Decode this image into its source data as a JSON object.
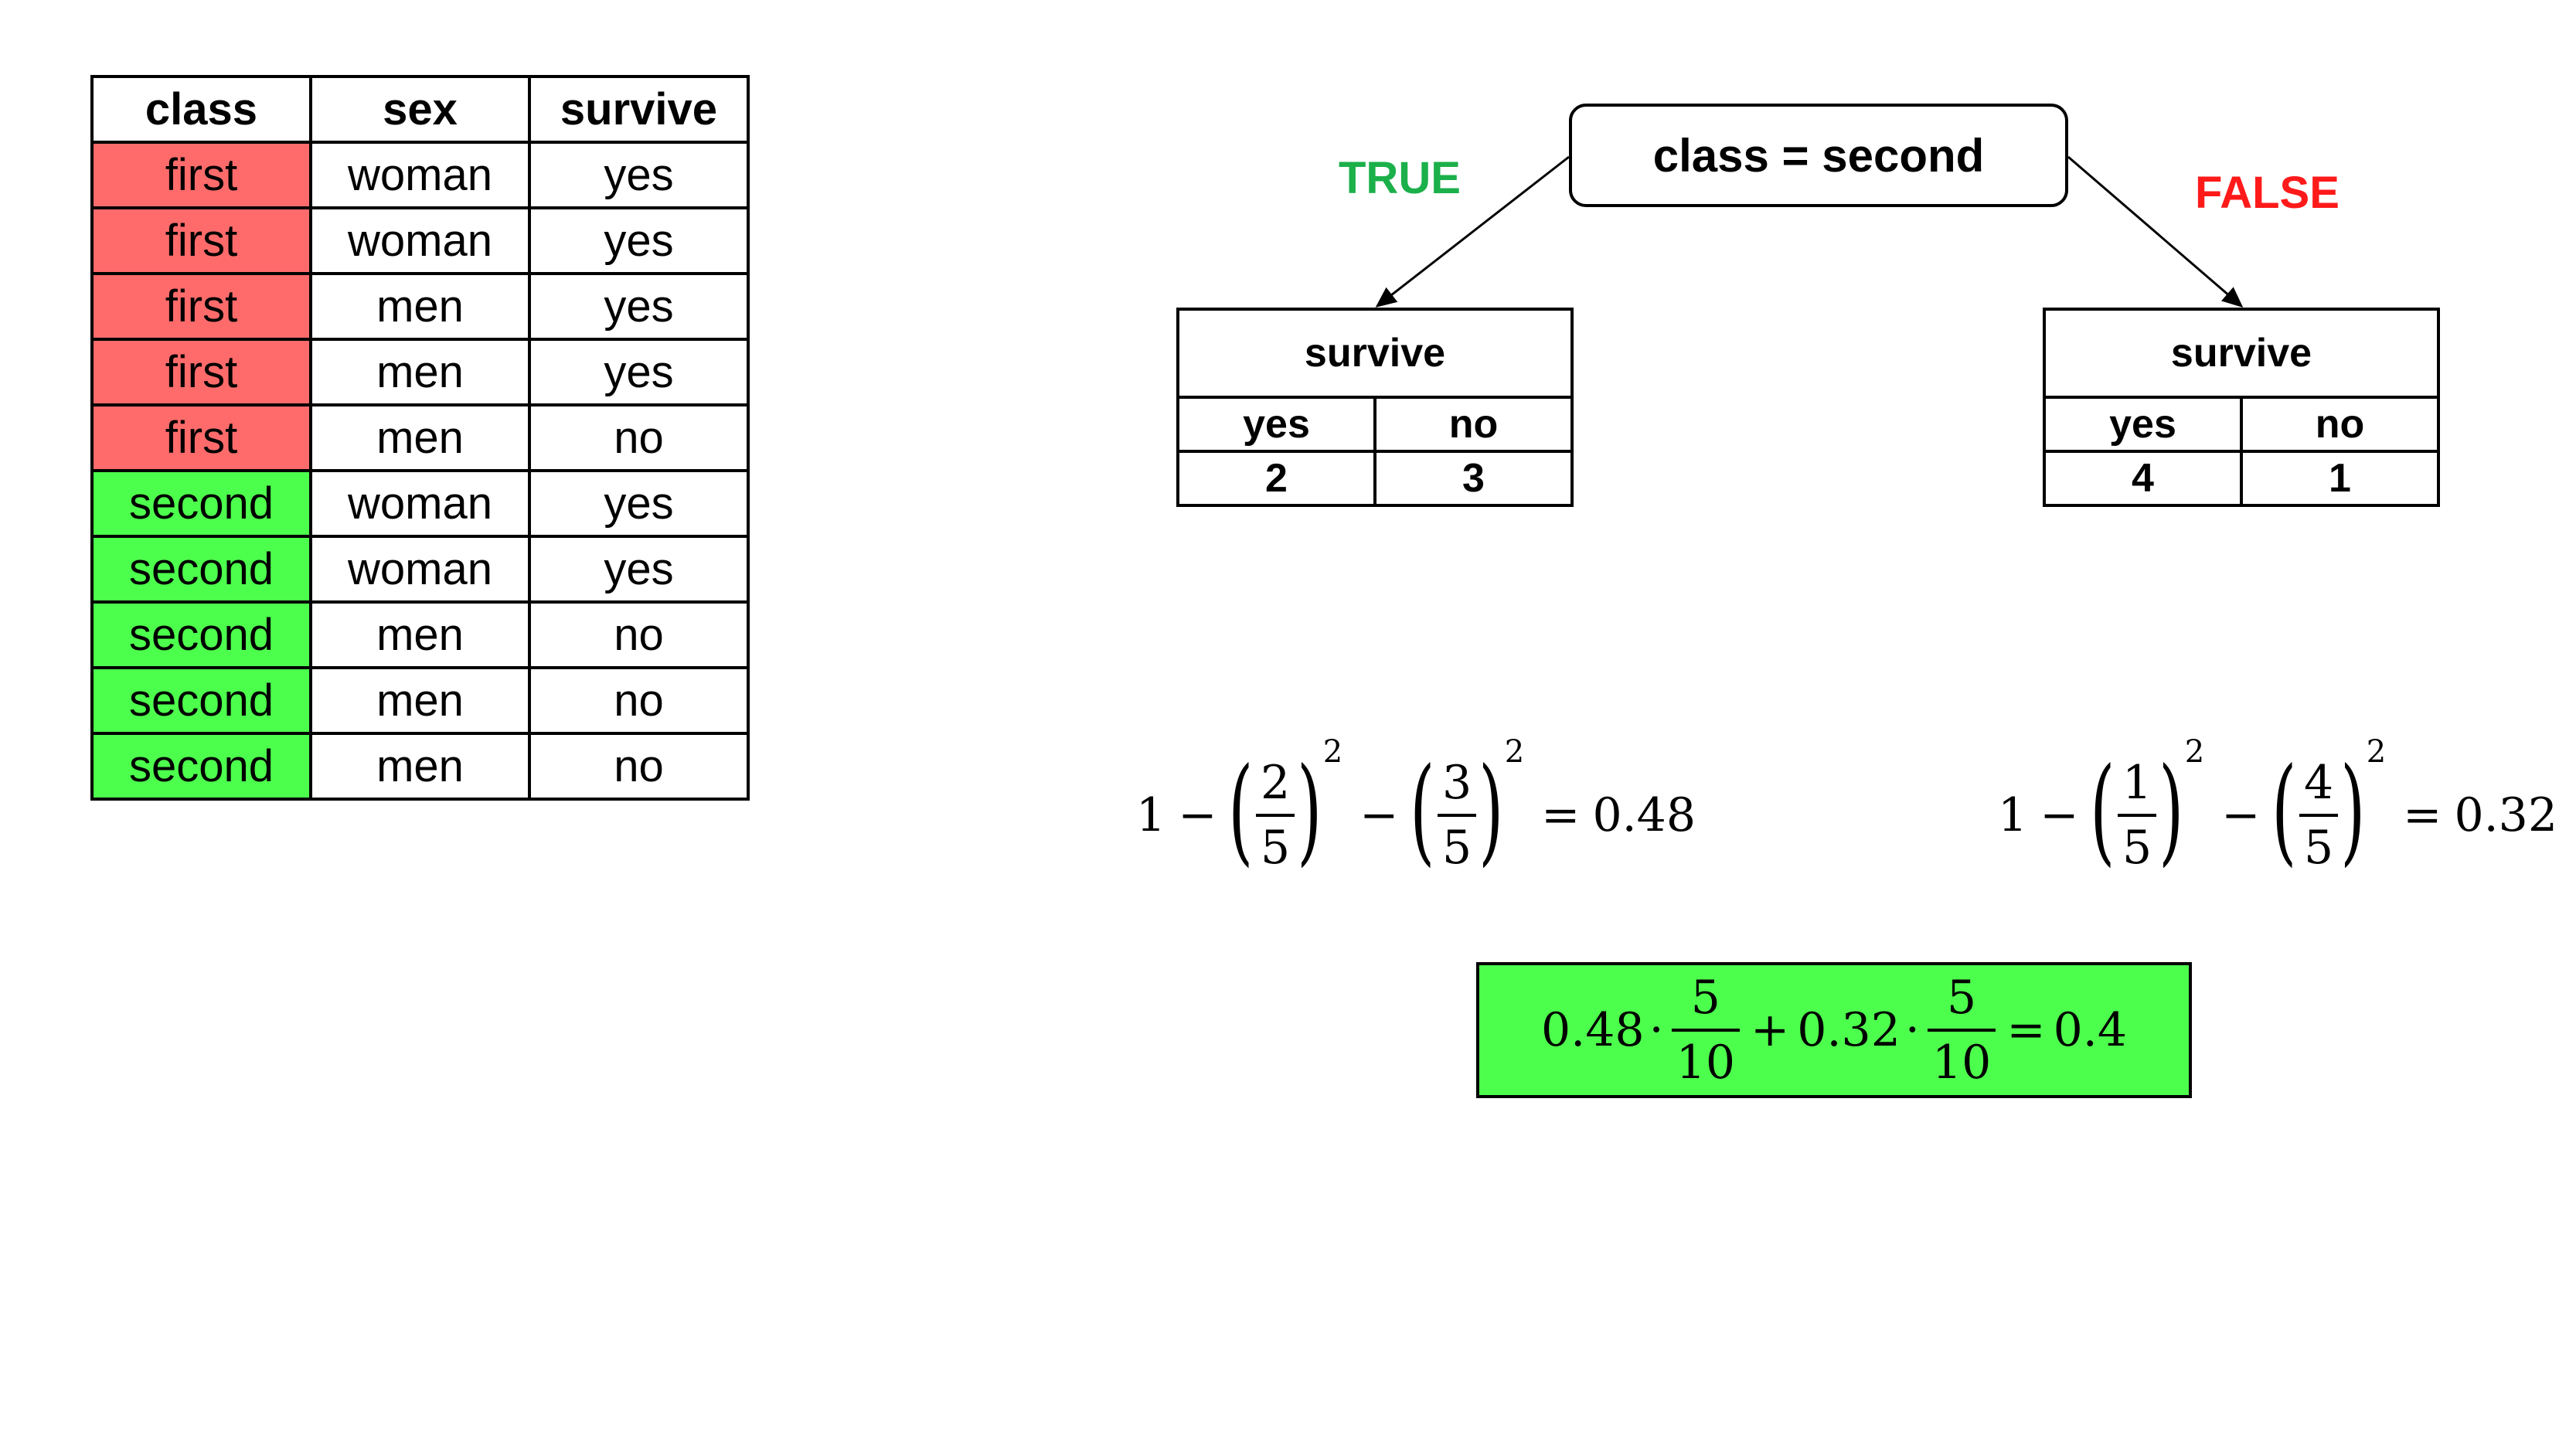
{
  "colors": {
    "first_class_bg": "#ff6b6b",
    "second_class_bg": "#4dff4d",
    "true_label": "#1bb04a",
    "false_label": "#ff1a1a",
    "result_box_bg": "#4dff4d"
  },
  "table": {
    "headers": [
      "class",
      "sex",
      "survive"
    ],
    "rows": [
      [
        "first",
        "woman",
        "yes"
      ],
      [
        "first",
        "woman",
        "yes"
      ],
      [
        "first",
        "men",
        "yes"
      ],
      [
        "first",
        "men",
        "yes"
      ],
      [
        "first",
        "men",
        "no"
      ],
      [
        "second",
        "woman",
        "yes"
      ],
      [
        "second",
        "woman",
        "yes"
      ],
      [
        "second",
        "men",
        "no"
      ],
      [
        "second",
        "men",
        "no"
      ],
      [
        "second",
        "men",
        "no"
      ]
    ]
  },
  "tree": {
    "root": "class = second",
    "true_label": "TRUE",
    "false_label": "FALSE",
    "leaves": {
      "true": {
        "title": "survive",
        "yes_label": "yes",
        "no_label": "no",
        "yes_count": "2",
        "no_count": "3"
      },
      "false": {
        "title": "survive",
        "yes_label": "yes",
        "no_label": "no",
        "yes_count": "4",
        "no_count": "1"
      }
    }
  },
  "formulas": {
    "gini_true": {
      "one": "1",
      "minus": "−",
      "a_num": "2",
      "a_den": "5",
      "b_num": "3",
      "b_den": "5",
      "exp": "2",
      "eq": "=",
      "result": "0.48"
    },
    "gini_false": {
      "one": "1",
      "minus": "−",
      "a_num": "1",
      "a_den": "5",
      "b_num": "4",
      "b_den": "5",
      "exp": "2",
      "eq": "=",
      "result": "0.32"
    },
    "weighted": {
      "g1": "0.48",
      "dot": "·",
      "w1_num": "5",
      "w1_den": "10",
      "plus": "+",
      "g2": "0.32",
      "w2_num": "5",
      "w2_den": "10",
      "eq": "=",
      "result": "0.4"
    }
  }
}
